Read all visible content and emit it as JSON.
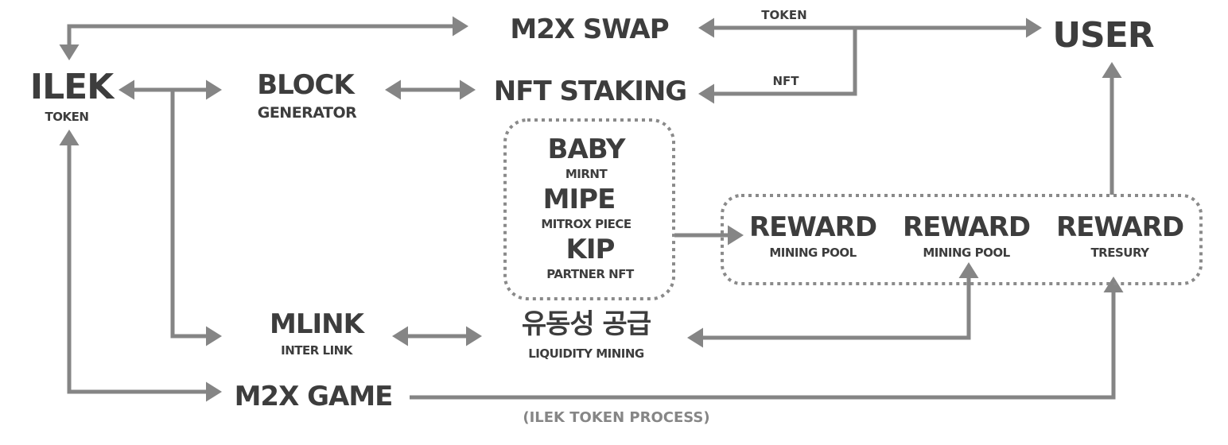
{
  "nodes": {
    "m2x_swap": "M2X SWAP",
    "user": "USER",
    "ilek": {
      "title": "ILEK",
      "sub": "TOKEN"
    },
    "block": {
      "title": "BLOCK",
      "sub": "GENERATOR"
    },
    "nft_staking": "NFT STAKING",
    "baby": {
      "title": "BABY",
      "sub": "MIRNT"
    },
    "mipe": {
      "title": "MIPE",
      "sub": "MITROX PIECE"
    },
    "kip": {
      "title": "KIP",
      "sub": "PARTNER NFT"
    },
    "reward1": {
      "title": "REWARD",
      "sub": "MINING POOL"
    },
    "reward2": {
      "title": "REWARD",
      "sub": "MINING POOL"
    },
    "reward3": {
      "title": "REWARD",
      "sub": "TRESURY"
    },
    "mlink": {
      "title": "MLINK",
      "sub": "INTER LINK"
    },
    "liquidity": {
      "title": "유동성 공급",
      "sub": "LIQUIDITY MINING"
    },
    "m2x_game": "M2X GAME"
  },
  "edge_labels": {
    "token": "TOKEN",
    "nft": "NFT"
  },
  "caption": "(ILEK TOKEN PROCESS)",
  "colors": {
    "text": "#3d3d3d",
    "arrow": "#858585"
  }
}
